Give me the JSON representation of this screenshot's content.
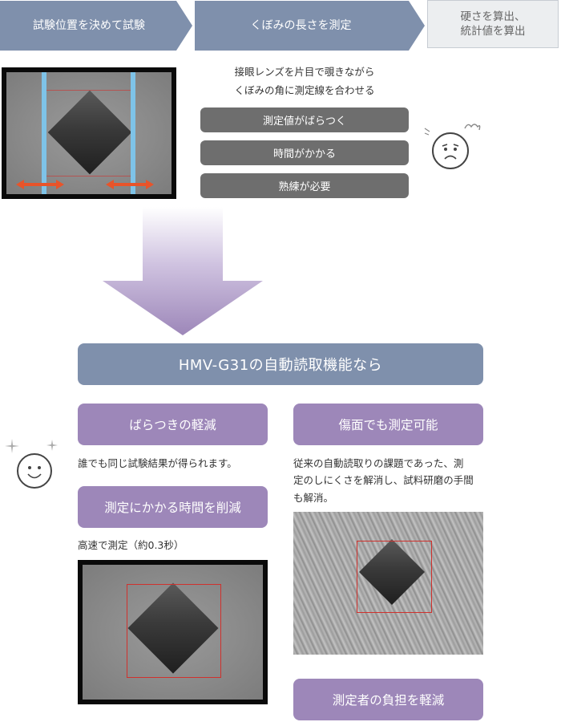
{
  "process_steps": [
    {
      "label": "試験位置を決めて試験"
    },
    {
      "label": "くぼみの長さを測定"
    },
    {
      "label_line1": "硬さを算出、",
      "label_line2": "統計値を算出"
    }
  ],
  "manual": {
    "description_line1": "接眼レンズを片目で覗きながら",
    "description_line2": "くぼみの角に測定線を合わせる",
    "problems": [
      "測定値がばらつく",
      "時間がかかる",
      "熟練が必要"
    ]
  },
  "banner": {
    "label": "HMV-G31の自動読取機能なら"
  },
  "benefits": {
    "variation": {
      "title": "ばらつきの軽減",
      "text": "誰でも同じ試験結果が得られます。"
    },
    "time": {
      "title": "測定にかかる時間を削減",
      "text": "高速で測定（約0.3秒）"
    },
    "scratched": {
      "title": "傷面でも測定可能",
      "text_line1": "従来の自動読取りの課題であった、測",
      "text_line2": "定のしにくさを解消し、試料研磨の手間",
      "text_line3": "も解消。"
    },
    "burden": {
      "title": "測定者の負担を軽減"
    }
  },
  "colors": {
    "step_blue": "#7f90ac",
    "benefit_purple": "#9d87b9",
    "problem_grey": "#6e6e6e",
    "guide_line_blue": "#7ec3e8",
    "arrow_orange": "#e8542a",
    "measure_red": "#d0312d"
  },
  "icons": {
    "troubled_face": "troubled-face-icon",
    "happy_face": "happy-face-icon",
    "down_arrow": "down-arrow-icon"
  }
}
